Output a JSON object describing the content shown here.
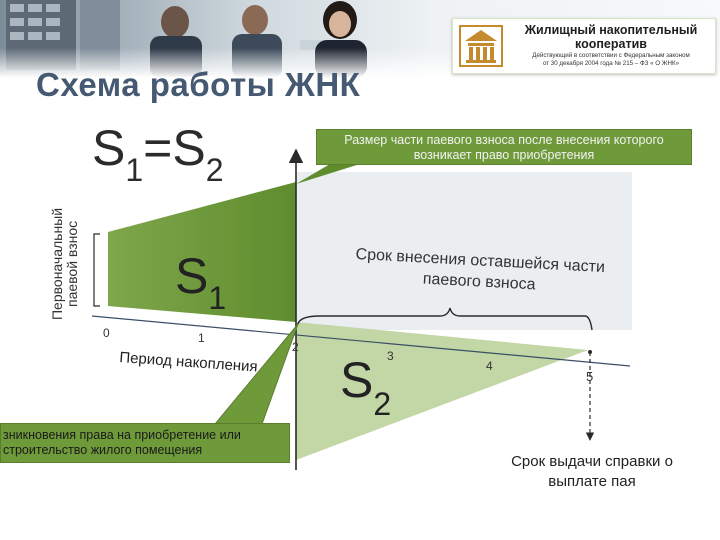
{
  "header": {
    "logo_title_line1": "Жилищный накопительный",
    "logo_title_line2": "кооператив",
    "logo_sub_line1": "Действующий в соответствии с Федеральным законом",
    "logo_sub_line2": "от 30 декабря 2004 года № 215 – ФЗ « О ЖНК»"
  },
  "title": "Схема работы ЖНК",
  "formula": {
    "s1": "S",
    "i1": "1",
    "eq": "=",
    "s2": "S",
    "i2": "2"
  },
  "y_axis_label": "Первоначальный паевой взнос",
  "callout_top": "Размер части паевого взноса после внесения которого возникает право приобретения",
  "callout_left": "зникновения права на приобретение или строительство жилого помещения",
  "s1_label": {
    "letter": "S",
    "index": "1"
  },
  "s2_label": {
    "letter": "S",
    "index": "2"
  },
  "term_label": "Срок внесения оставшейся части паевого взноса",
  "period_label": "Период накопления",
  "ticks": [
    "0",
    "1",
    "2",
    "3",
    "4",
    "5"
  ],
  "issue_label": "Срок выдачи справки о выплате пая",
  "colors": {
    "title": "#455a72",
    "green_dark": "#6f9a3a",
    "green_light": "#c3d6a6",
    "axis": "#2a2a2a"
  }
}
